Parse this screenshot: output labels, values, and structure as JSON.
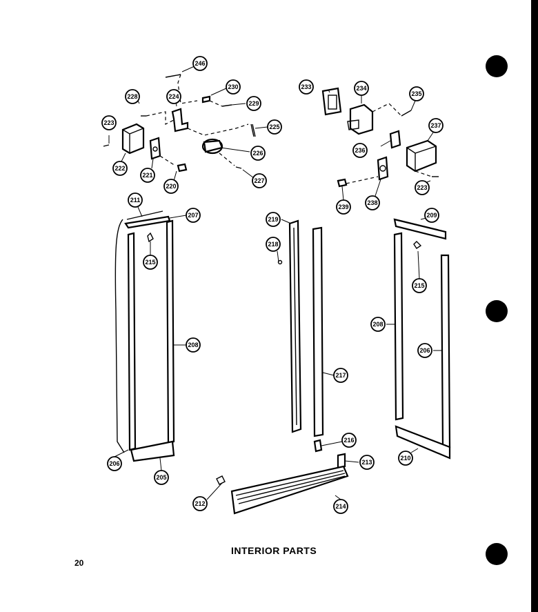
{
  "title": "INTERIOR PARTS",
  "page_number": "20",
  "callouts": [
    "246",
    "230",
    "228",
    "224",
    "229",
    "223",
    "225",
    "222",
    "221",
    "226",
    "220",
    "227",
    "233",
    "234",
    "235",
    "237",
    "236",
    "223",
    "239",
    "238",
    "211",
    "207",
    "215",
    "219",
    "218",
    "208",
    "206",
    "217",
    "216",
    "205",
    "212",
    "214",
    "213",
    "209",
    "215",
    "208",
    "206",
    "210"
  ]
}
